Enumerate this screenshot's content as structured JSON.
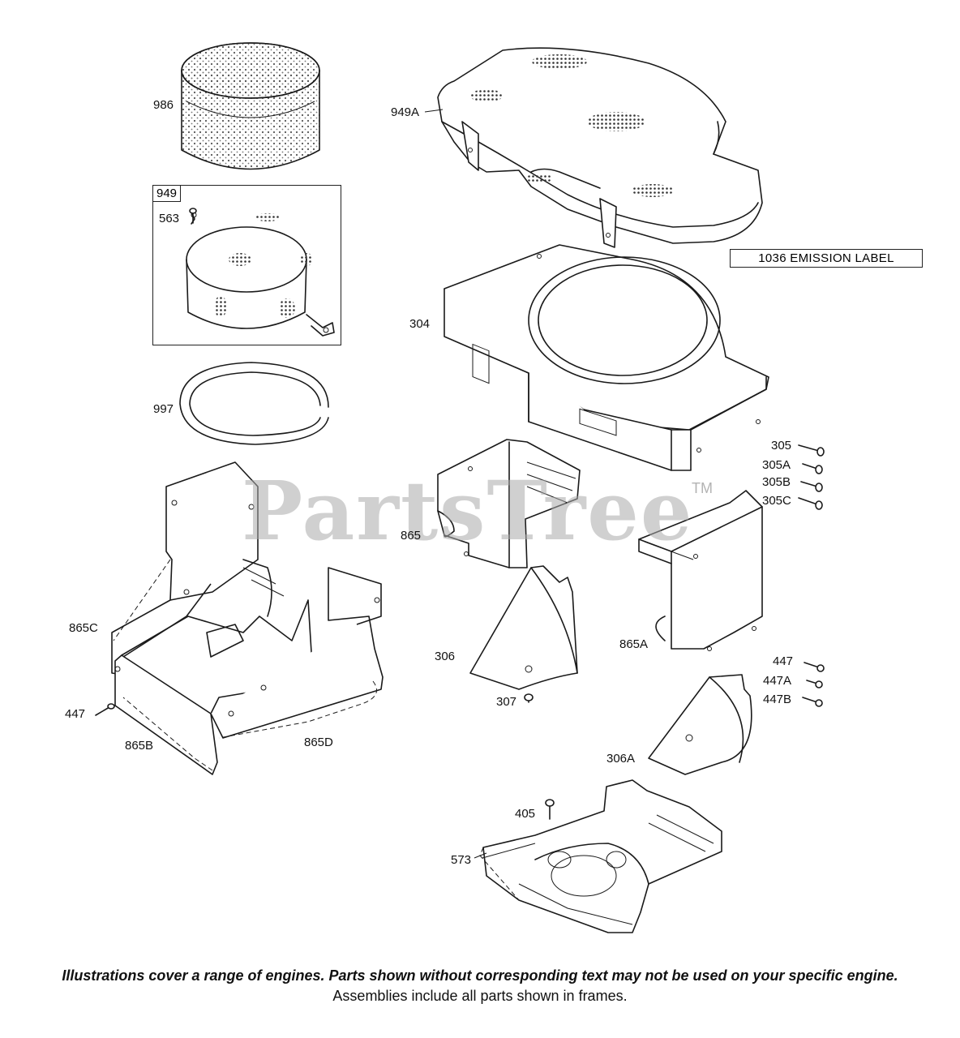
{
  "frame_tag": "949",
  "emission_label": "1036 EMISSION LABEL",
  "watermark": {
    "text": "PartsTree",
    "tm": "TM"
  },
  "parts": {
    "p986": "986",
    "p949a": "949A",
    "p563": "563",
    "p304": "304",
    "p997": "997",
    "p305": "305",
    "p305a": "305A",
    "p305b": "305B",
    "p305c": "305C",
    "p865": "865",
    "p865c": "865C",
    "p306": "306",
    "p865a": "865A",
    "p447_left": "447",
    "p447_right": "447",
    "p447a": "447A",
    "p447b": "447B",
    "p307": "307",
    "p865b": "865B",
    "p865d": "865D",
    "p306a": "306A",
    "p405": "405",
    "p573": "573"
  },
  "footer": {
    "line1": "Illustrations cover a range of engines. Parts shown without corresponding text may not be used on your specific engine.",
    "line2": "Assemblies include all parts shown in frames."
  }
}
